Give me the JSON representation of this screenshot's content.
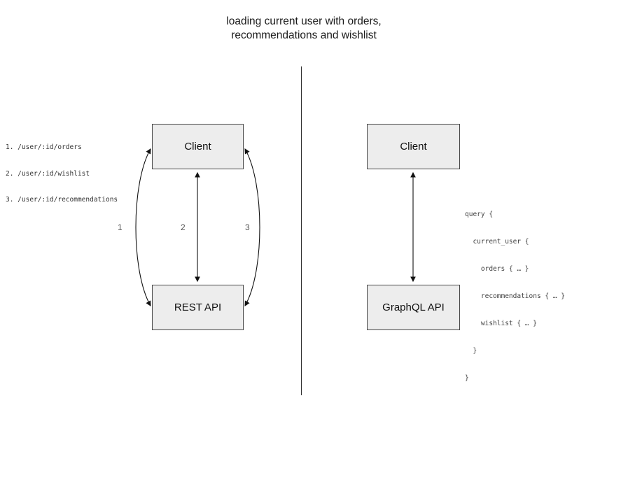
{
  "title": {
    "line1": "loading current user with orders,",
    "line2": "recommendations and wishlist"
  },
  "left_panel": {
    "endpoints": [
      "1. /user/:id/orders",
      "2. /user/:id/wishlist",
      "3. /user/:id/recommendations"
    ],
    "client_box_label": "Client",
    "api_box_label": "REST API",
    "arrow_labels": [
      "1",
      "2",
      "3"
    ]
  },
  "right_panel": {
    "client_box_label": "Client",
    "api_box_label": "GraphQL API",
    "query_lines": [
      "query {",
      "  current_user {",
      "    orders { … }",
      "    recommendations { … }",
      "    wishlist { … }",
      "  }",
      "}"
    ]
  },
  "colors": {
    "box_fill": "#ededed",
    "box_border": "#474747",
    "arrow": "#111111",
    "divider": "#2e2e2e"
  }
}
